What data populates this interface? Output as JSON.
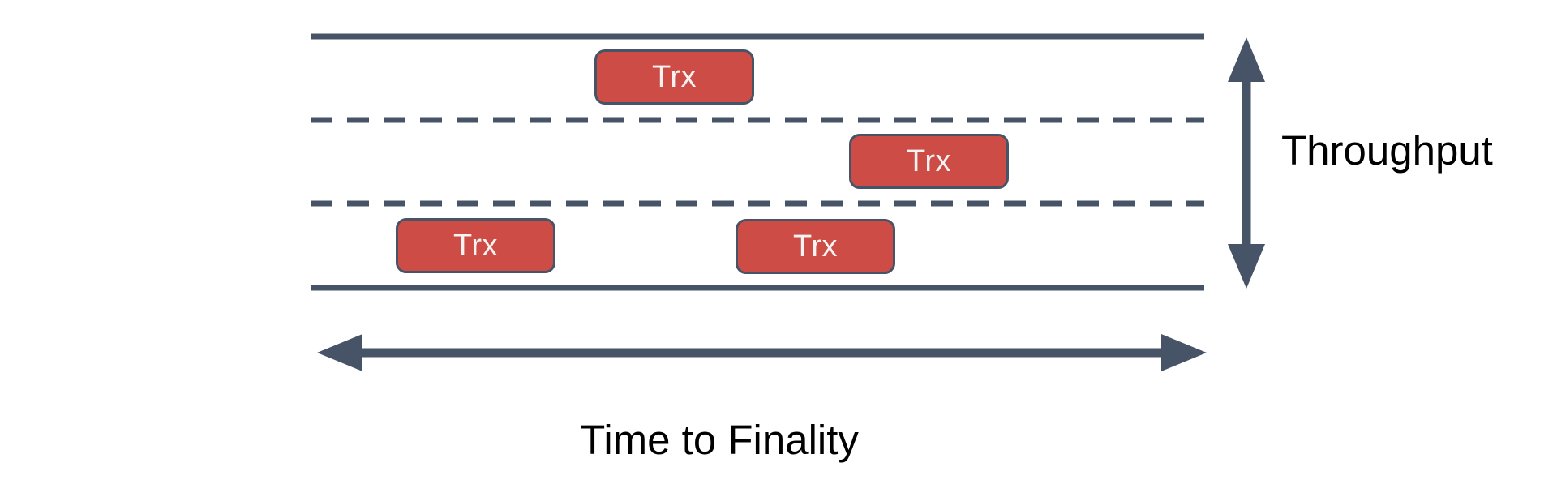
{
  "diagram": {
    "kind": "blockchain-lanes-diagram",
    "lane_count": 3
  },
  "transactions": [
    {
      "label": "Trx",
      "lane": 1
    },
    {
      "label": "Trx",
      "lane": 2
    },
    {
      "label": "Trx",
      "lane": 3
    },
    {
      "label": "Trx",
      "lane": 3
    }
  ],
  "axes": {
    "throughput_label": "Throughput",
    "time_to_finality_label": "Time to Finality"
  },
  "colors": {
    "slate": "#475468",
    "trx_fill": "#CD4D46",
    "trx_border": "#475468",
    "trx_text": "#F7F3F2",
    "label_text": "#000000",
    "background": "#FFFFFF"
  }
}
